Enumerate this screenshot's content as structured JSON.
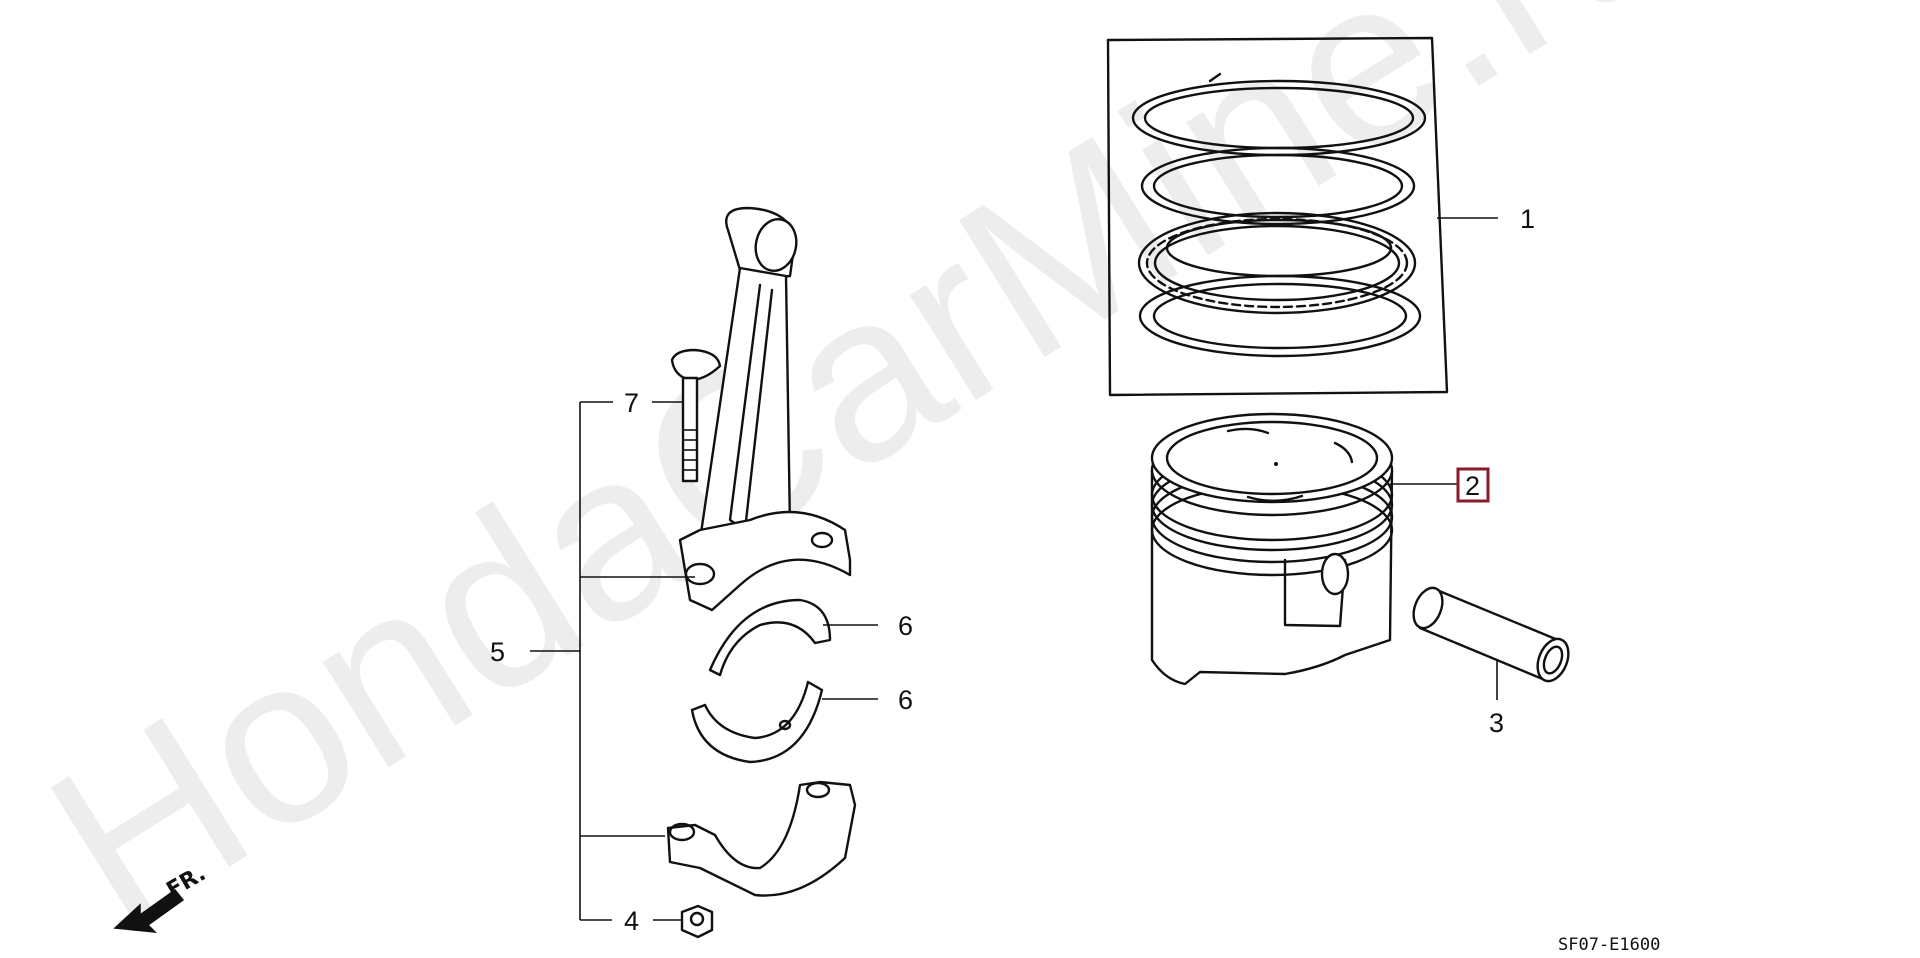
{
  "watermark": "HondaCarMine.ru",
  "diagram_code": "SF07-E1600",
  "direction_label": "FR.",
  "callouts": [
    {
      "number": "1",
      "part": "piston-rings"
    },
    {
      "number": "2",
      "part": "piston",
      "highlighted": true
    },
    {
      "number": "3",
      "part": "piston-pin"
    },
    {
      "number": "4",
      "part": "connecting-rod-nut"
    },
    {
      "number": "5",
      "part": "connecting-rod-assembly"
    },
    {
      "number": "6",
      "part": "connecting-rod-bearing-upper"
    },
    {
      "number": "6",
      "part": "connecting-rod-bearing-lower"
    },
    {
      "number": "7",
      "part": "connecting-rod-bolt"
    }
  ],
  "colors": {
    "highlight": "#8b1a2c",
    "line": "#111111",
    "background": "#ffffff"
  }
}
